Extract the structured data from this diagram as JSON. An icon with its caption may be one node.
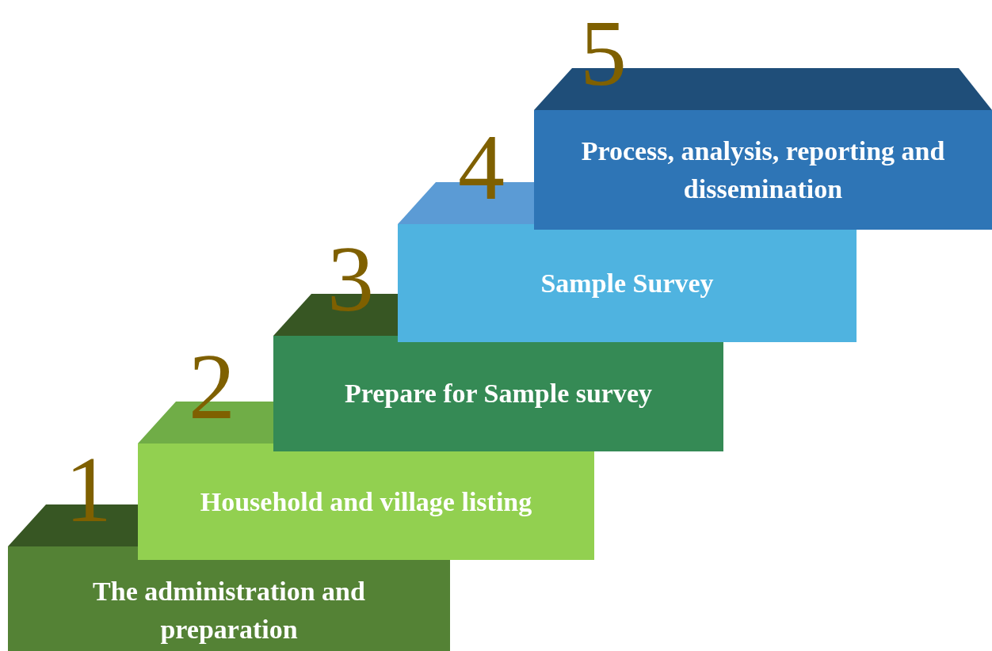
{
  "diagram": {
    "nodes": [
      {
        "text": [
          "1",
          "The administration and preparation"
        ]
      },
      {
        "text": [
          "2",
          "Household and village listing"
        ]
      },
      {
        "text": [
          "3",
          "Prepare for Sample survey"
        ]
      },
      {
        "text": [
          "4",
          "Sample Survey"
        ]
      },
      {
        "text": [
          "5",
          "Process, analysis, reporting and dissemination"
        ]
      }
    ],
    "edges": []
  }
}
